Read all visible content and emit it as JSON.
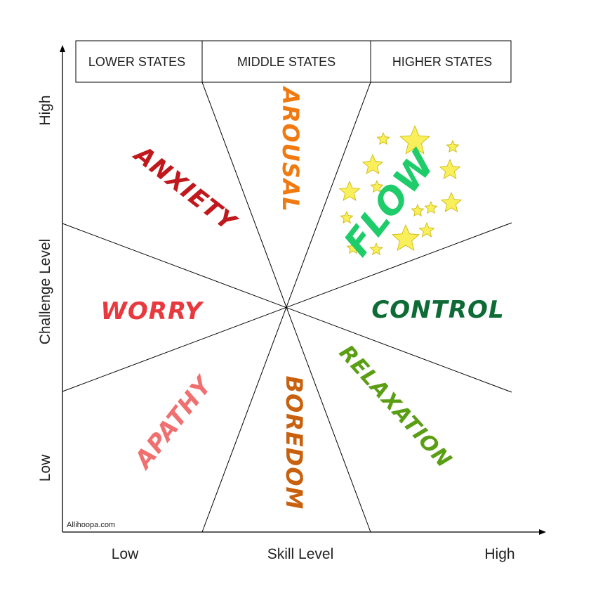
{
  "headers": {
    "lower": "LOWER STATES",
    "middle": "MIDDLE STATES",
    "higher": "HIGHER STATES"
  },
  "axes": {
    "y_title": "Challenge Level",
    "y_high": "High",
    "y_low": "Low",
    "x_title": "Skill Level",
    "x_low": "Low",
    "x_high": "High"
  },
  "states": {
    "anxiety": {
      "label": "ANXIETY",
      "color": "#c0181c"
    },
    "arousal": {
      "label": "AROUSAL",
      "color": "#f07a10"
    },
    "flow": {
      "label": "FLOW",
      "color": "#1fcc6a"
    },
    "worry": {
      "label": "WORRY",
      "color": "#e8393e"
    },
    "control": {
      "label": "CONTROL",
      "color": "#0e6b35"
    },
    "apathy": {
      "label": "APATHY",
      "color": "#f07070"
    },
    "boredom": {
      "label": "BOREDOM",
      "color": "#c8600e"
    },
    "relaxation": {
      "label": "RELAXATION",
      "color": "#5a9e14"
    }
  },
  "star_color": "#f8ef5a",
  "credit": "Allihoopa.com"
}
